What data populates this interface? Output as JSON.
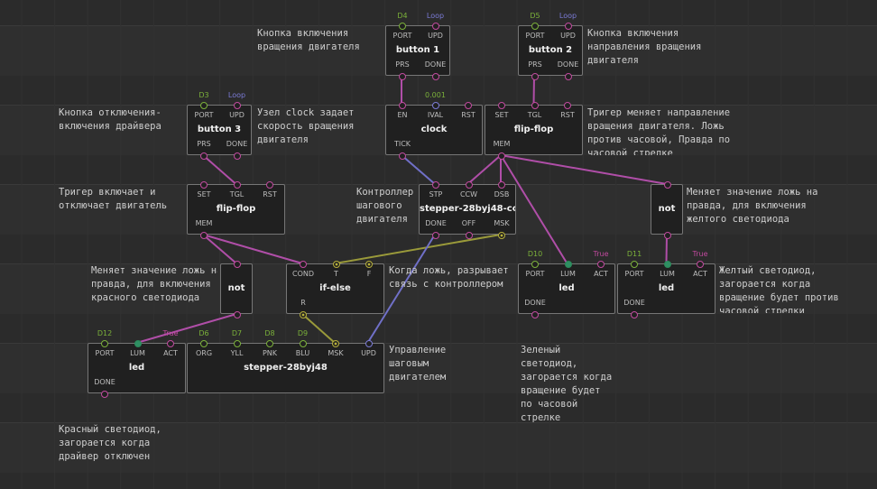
{
  "colors": {
    "pulse": "#c24a9f",
    "boolean": "#c24a9f",
    "number": "#7b7bd6",
    "port": "#7bb13a",
    "generic": "#b7b03a",
    "wire_pulse": "#b04ea8",
    "wire_num": "#7070c8",
    "wire_generic": "#9a9a3a"
  },
  "nodes": [
    {
      "id": "button1",
      "title": "button 1",
      "inputs": [
        {
          "label": "PORT",
          "value": "D4",
          "vcolor": "port",
          "type": "port"
        },
        {
          "label": "UPD",
          "value": "Loop",
          "vcolor": "number",
          "type": "pulse"
        }
      ],
      "outputs": [
        {
          "label": "PRS",
          "type": "bool"
        },
        {
          "label": "DONE",
          "type": "pulse"
        }
      ]
    },
    {
      "id": "button2",
      "title": "button 2",
      "inputs": [
        {
          "label": "PORT",
          "value": "D5",
          "vcolor": "port",
          "type": "port"
        },
        {
          "label": "UPD",
          "value": "Loop",
          "vcolor": "number",
          "type": "pulse"
        }
      ],
      "outputs": [
        {
          "label": "PRS",
          "type": "bool"
        },
        {
          "label": "DONE",
          "type": "pulse"
        }
      ]
    },
    {
      "id": "button3",
      "title": "button 3",
      "inputs": [
        {
          "label": "PORT",
          "value": "D3",
          "vcolor": "port",
          "type": "port"
        },
        {
          "label": "UPD",
          "value": "Loop",
          "vcolor": "number",
          "type": "pulse"
        }
      ],
      "outputs": [
        {
          "label": "PRS",
          "type": "bool"
        },
        {
          "label": "DONE",
          "type": "pulse"
        }
      ]
    },
    {
      "id": "clock",
      "title": "clock",
      "inputs": [
        {
          "label": "EN",
          "value": "",
          "type": "bool"
        },
        {
          "label": "IVAL",
          "value": "0.001",
          "vcolor": "port",
          "type": "number"
        },
        {
          "label": "RST",
          "value": "",
          "type": "pulse"
        }
      ],
      "outputs": [
        {
          "label": "TICK",
          "type": "pulse"
        }
      ]
    },
    {
      "id": "flipflop1",
      "title": "flip-flop",
      "inputs": [
        {
          "label": "SET",
          "value": "",
          "type": "pulse"
        },
        {
          "label": "TGL",
          "value": "",
          "type": "pulse"
        },
        {
          "label": "RST",
          "value": "",
          "type": "pulse"
        }
      ],
      "outputs": [
        {
          "label": "MEM",
          "type": "bool"
        }
      ]
    },
    {
      "id": "flipflop2",
      "title": "flip-flop",
      "inputs": [
        {
          "label": "SET",
          "value": "",
          "type": "pulse"
        },
        {
          "label": "TGL",
          "value": "",
          "type": "pulse"
        },
        {
          "label": "RST",
          "value": "",
          "type": "pulse"
        }
      ],
      "outputs": [
        {
          "label": "MEM",
          "type": "bool"
        }
      ]
    },
    {
      "id": "stepper_ctrl",
      "title": "stepper-28byj48-co...",
      "inputs": [
        {
          "label": "STP",
          "value": "",
          "type": "pulse"
        },
        {
          "label": "CCW",
          "value": "",
          "type": "bool"
        },
        {
          "label": "DSB",
          "value": "",
          "type": "bool"
        }
      ],
      "outputs": [
        {
          "label": "DONE",
          "type": "pulse"
        },
        {
          "label": "OFF",
          "type": "bool"
        },
        {
          "label": "MSK",
          "type": "generic"
        }
      ]
    },
    {
      "id": "not1",
      "title": "not",
      "inputs": [
        {
          "label": "",
          "value": "",
          "type": "bool"
        }
      ],
      "outputs": [
        {
          "label": "",
          "type": "bool"
        }
      ]
    },
    {
      "id": "not2",
      "title": "not",
      "inputs": [
        {
          "label": "",
          "value": "",
          "type": "bool"
        }
      ],
      "outputs": [
        {
          "label": "",
          "type": "bool"
        }
      ]
    },
    {
      "id": "ifelse",
      "title": "if-else",
      "inputs": [
        {
          "label": "COND",
          "value": "",
          "type": "bool"
        },
        {
          "label": "T",
          "value": "",
          "type": "generic"
        },
        {
          "label": "F",
          "value": "",
          "type": "generic"
        }
      ],
      "outputs": [
        {
          "label": "R",
          "type": "generic"
        }
      ]
    },
    {
      "id": "led_green",
      "title": "led",
      "inputs": [
        {
          "label": "PORT",
          "value": "D10",
          "vcolor": "port",
          "type": "port"
        },
        {
          "label": "LUM",
          "value": "",
          "type": "lum"
        },
        {
          "label": "ACT",
          "value": "True",
          "vcolor": "pulse",
          "type": "pulse"
        }
      ],
      "outputs": [
        {
          "label": "DONE",
          "type": "pulse"
        }
      ]
    },
    {
      "id": "led_yellow",
      "title": "led",
      "inputs": [
        {
          "label": "PORT",
          "value": "D11",
          "vcolor": "port",
          "type": "port"
        },
        {
          "label": "LUM",
          "value": "",
          "type": "lum"
        },
        {
          "label": "ACT",
          "value": "True",
          "vcolor": "pulse",
          "type": "pulse"
        }
      ],
      "outputs": [
        {
          "label": "DONE",
          "type": "pulse"
        }
      ]
    },
    {
      "id": "led_red",
      "title": "led",
      "inputs": [
        {
          "label": "PORT",
          "value": "D12",
          "vcolor": "port",
          "type": "port"
        },
        {
          "label": "LUM",
          "value": "",
          "type": "lum"
        },
        {
          "label": "ACT",
          "value": "True",
          "vcolor": "pulse",
          "type": "pulse"
        }
      ],
      "outputs": [
        {
          "label": "DONE",
          "type": "pulse"
        }
      ]
    },
    {
      "id": "stepper",
      "title": "stepper-28byj48",
      "inputs": [
        {
          "label": "ORG",
          "value": "D6",
          "vcolor": "port",
          "type": "port"
        },
        {
          "label": "YLL",
          "value": "D7",
          "vcolor": "port",
          "type": "port"
        },
        {
          "label": "PNK",
          "value": "D8",
          "vcolor": "port",
          "type": "port"
        },
        {
          "label": "BLU",
          "value": "D9",
          "vcolor": "port",
          "type": "port"
        },
        {
          "label": "MSK",
          "value": "",
          "type": "generic"
        },
        {
          "label": "UPD",
          "value": "",
          "type": "number"
        }
      ],
      "outputs": []
    }
  ],
  "comments": [
    {
      "id": "c_button1",
      "text": "Кнопка включения\nвращения двигателя"
    },
    {
      "id": "c_button2",
      "text": "Кнопка включения\nнаправления вращения\nдвигателя"
    },
    {
      "id": "c_button3",
      "text": "Кнопка отключения-\nвключения драйвера"
    },
    {
      "id": "c_clock",
      "text": "Узел clock задает\nскорость вращения\nдвигателя"
    },
    {
      "id": "c_ff2",
      "text": "Тригер меняет направление\nвращения двигателя. Ложь\nпротив часовой, Правда по\nчасовой стрелке"
    },
    {
      "id": "c_ff1",
      "text": "Тригер включает и\nотключает двигатель"
    },
    {
      "id": "c_ctrl",
      "text": "Контроллер\nшагового\nдвигателя"
    },
    {
      "id": "c_not2",
      "text": "Меняет значение ложь на\nправда, для включения\nжелтого светодиода"
    },
    {
      "id": "c_not1",
      "text": "Меняет значение ложь на\nправда, для включения\nкрасного светодиода"
    },
    {
      "id": "c_ifelse",
      "text": "Когда ложь, разрывает\nсвязь с контроллером"
    },
    {
      "id": "c_yellow",
      "text": "Желтый светодиод,\nзагорается когда\nвращение будет против\nчасовой стрелки"
    },
    {
      "id": "c_stepper",
      "text": "Управление\nшаговым\nдвигателем"
    },
    {
      "id": "c_green",
      "text": "Зеленый\nсветодиод,\nзагорается когда\nвращение будет\nпо часовой\nстрелке"
    },
    {
      "id": "c_red",
      "text": "Красный светодиод,\nзагорается когда\nдрайвер отключен"
    }
  ],
  "links": [
    {
      "from": "button1.out.0",
      "to": "clock.in.0",
      "kind": "pulse"
    },
    {
      "from": "button2.out.0",
      "to": "flipflop2.in.1",
      "kind": "pulse"
    },
    {
      "from": "button3.out.0",
      "to": "flipflop1.in.1",
      "kind": "pulse"
    },
    {
      "from": "clock.out.0",
      "to": "stepper_ctrl.in.0",
      "kind": "num"
    },
    {
      "from": "flipflop2.out.0",
      "to": "stepper_ctrl.in.1",
      "kind": "pulse"
    },
    {
      "from": "flipflop2.out.0",
      "to": "stepper_ctrl.in.2",
      "kind": "pulse"
    },
    {
      "from": "flipflop2.out.0",
      "to": "led_green.in.1",
      "kind": "pulse"
    },
    {
      "from": "flipflop2.out.0",
      "to": "not2.in.0",
      "kind": "pulse"
    },
    {
      "from": "not2.out.0",
      "to": "led_yellow.in.1",
      "kind": "pulse"
    },
    {
      "from": "flipflop1.out.0",
      "to": "not1.in.0",
      "kind": "pulse"
    },
    {
      "from": "flipflop1.out.0",
      "to": "ifelse.in.0",
      "kind": "pulse"
    },
    {
      "from": "not1.out.0",
      "to": "led_red.in.1",
      "kind": "pulse"
    },
    {
      "from": "stepper_ctrl.out.2",
      "to": "ifelse.in.1",
      "kind": "generic"
    },
    {
      "from": "ifelse.out.0",
      "to": "stepper.in.4",
      "kind": "generic"
    },
    {
      "from": "stepper_ctrl.out.0",
      "to": "stepper.in.5",
      "kind": "num"
    }
  ]
}
